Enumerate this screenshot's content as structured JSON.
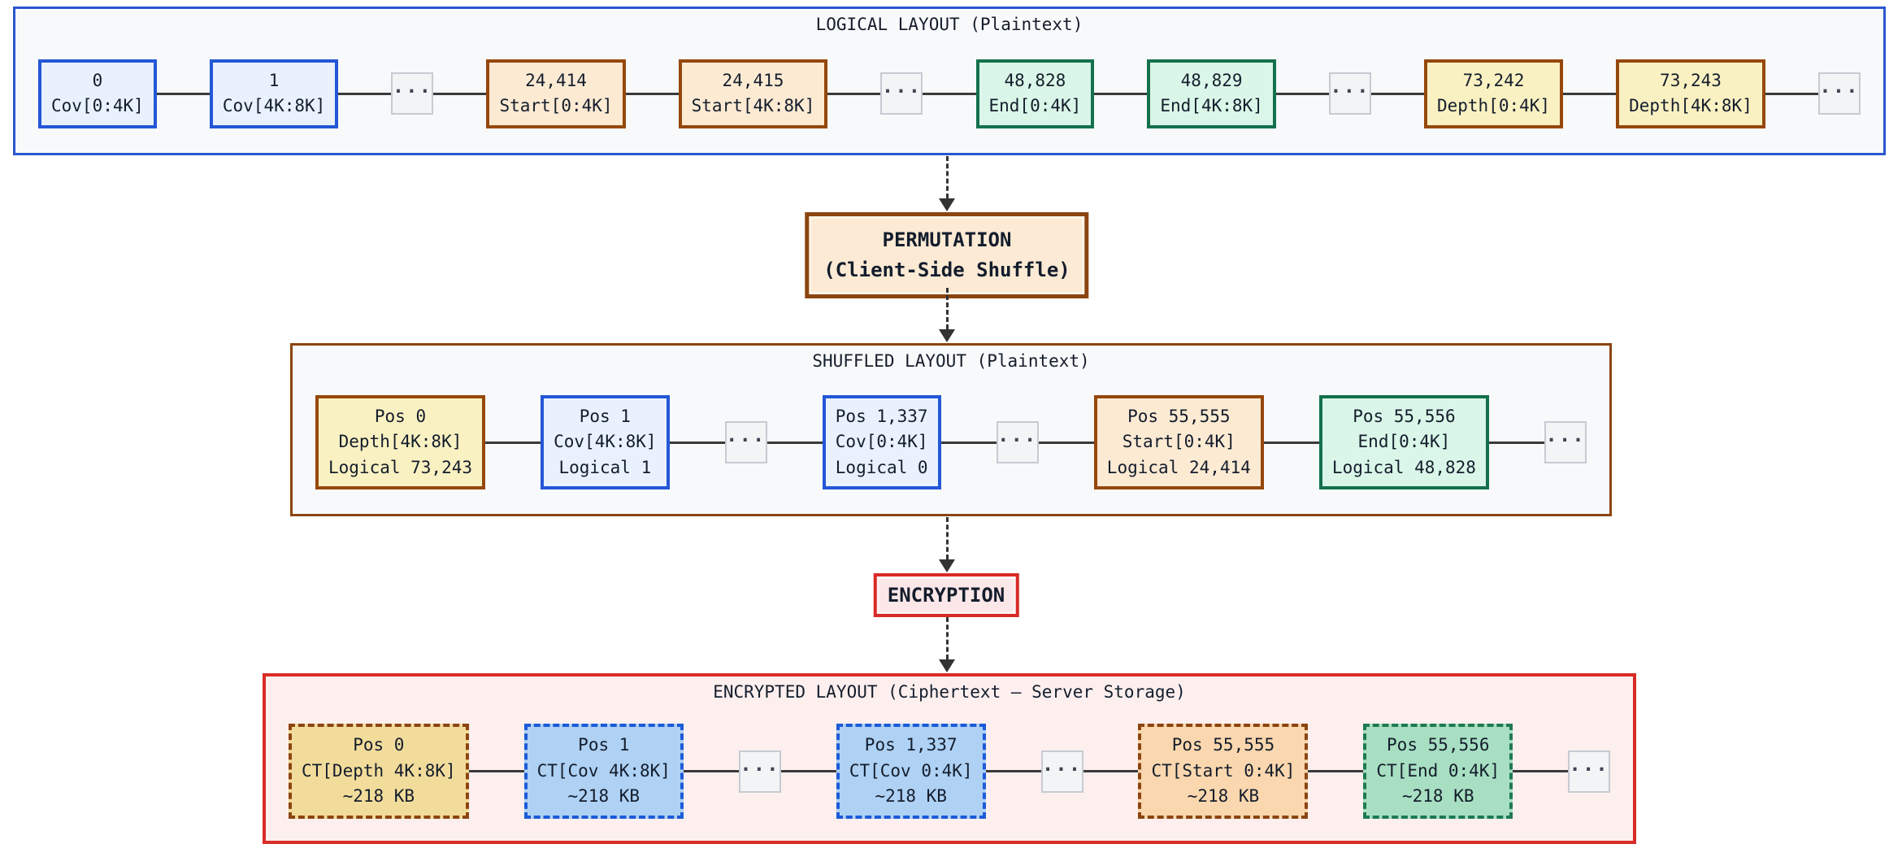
{
  "ellipsis": "···",
  "colors": {
    "logical_border": "#2b57ce",
    "shuffled_border": "#8c4510",
    "encrypted_border": "#d92b26",
    "blue_accent": "#2457d6",
    "brown_accent": "#96480c",
    "green_accent": "#14714d",
    "red_accent": "#d92b26",
    "connector": "#3a3a3a"
  },
  "logical": {
    "title": "LOGICAL LAYOUT (Plaintext)",
    "blocks": [
      {
        "variant": "blue",
        "lines": [
          "0",
          "Cov[0:4K]"
        ]
      },
      {
        "variant": "blue",
        "lines": [
          "1",
          "Cov[4K:8K]"
        ]
      },
      {
        "type": "dots"
      },
      {
        "variant": "orange",
        "lines": [
          "24,414",
          "Start[0:4K]"
        ]
      },
      {
        "variant": "orange",
        "lines": [
          "24,415",
          "Start[4K:8K]"
        ]
      },
      {
        "type": "dots"
      },
      {
        "variant": "green",
        "lines": [
          "48,828",
          "End[0:4K]"
        ]
      },
      {
        "variant": "green",
        "lines": [
          "48,829",
          "End[4K:8K]"
        ]
      },
      {
        "type": "dots"
      },
      {
        "variant": "yellow",
        "lines": [
          "73,242",
          "Depth[0:4K]"
        ]
      },
      {
        "variant": "yellow",
        "lines": [
          "73,243",
          "Depth[4K:8K]"
        ]
      },
      {
        "type": "dots"
      }
    ]
  },
  "permutation": {
    "lines": [
      "PERMUTATION",
      "(Client-Side Shuffle)"
    ]
  },
  "shuffled": {
    "title": "SHUFFLED LAYOUT (Plaintext)",
    "blocks": [
      {
        "variant": "yellow",
        "lines": [
          "Pos 0",
          "Depth[4K:8K]",
          "Logical 73,243"
        ]
      },
      {
        "variant": "blue",
        "lines": [
          "Pos 1",
          "Cov[4K:8K]",
          "Logical 1"
        ]
      },
      {
        "type": "dots"
      },
      {
        "variant": "blue",
        "lines": [
          "Pos 1,337",
          "Cov[0:4K]",
          "Logical 0"
        ]
      },
      {
        "type": "dots"
      },
      {
        "variant": "orange",
        "lines": [
          "Pos 55,555",
          "Start[0:4K]",
          "Logical 24,414"
        ]
      },
      {
        "variant": "green",
        "lines": [
          "Pos 55,556",
          "End[0:4K]",
          "Logical 48,828"
        ]
      },
      {
        "type": "dots"
      }
    ]
  },
  "encryption": {
    "label": "ENCRYPTION"
  },
  "encrypted": {
    "title": "ENCRYPTED LAYOUT (Ciphertext – Server Storage)",
    "blocks": [
      {
        "variant": "gold-ct",
        "lines": [
          "Pos 0",
          "CT[Depth 4K:8K]",
          "~218 KB"
        ]
      },
      {
        "variant": "blue-ct",
        "lines": [
          "Pos 1",
          "CT[Cov 4K:8K]",
          "~218 KB"
        ]
      },
      {
        "type": "dots"
      },
      {
        "variant": "blue-ct",
        "lines": [
          "Pos 1,337",
          "CT[Cov 0:4K]",
          "~218 KB"
        ]
      },
      {
        "type": "dots"
      },
      {
        "variant": "orange-ct",
        "lines": [
          "Pos 55,555",
          "CT[Start 0:4K]",
          "~218 KB"
        ]
      },
      {
        "variant": "green-ct",
        "lines": [
          "Pos 55,556",
          "CT[End 0:4K]",
          "~218 KB"
        ]
      },
      {
        "type": "dots"
      }
    ]
  }
}
